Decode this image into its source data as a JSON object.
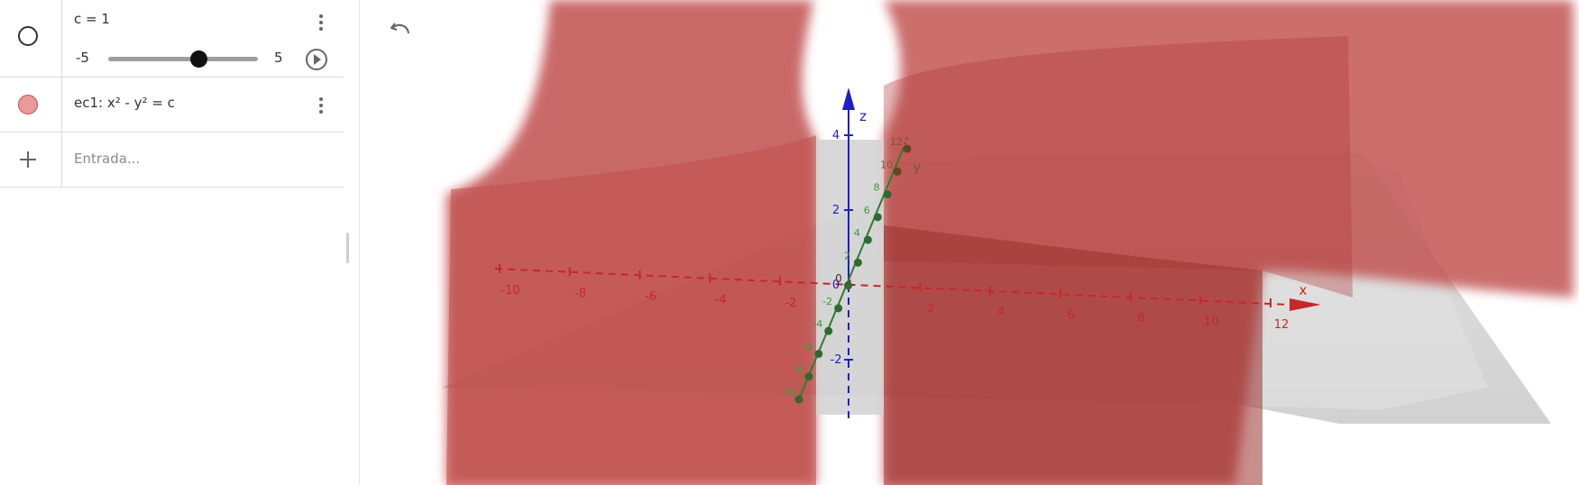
{
  "algebra": {
    "slider": {
      "label": "c = 1",
      "min_label": "-5",
      "max_label": "5",
      "value": 1,
      "min": -5,
      "max": 5,
      "play_icon": "play-circle-icon",
      "menu_icon": "more-vertical-icon"
    },
    "equation": {
      "text": "ec1: x² - y² = c",
      "color": "#e89a9a",
      "menu_icon": "more-vertical-icon"
    },
    "input": {
      "placeholder": "Entrada...",
      "add_icon": "plus-icon"
    }
  },
  "graphics3d": {
    "undo_icon": "undo-icon",
    "axes": {
      "x": {
        "label": "x",
        "color": "#c62828",
        "ticks": [
          "-10",
          "-8",
          "-6",
          "-4",
          "-2",
          "0",
          "2",
          "4",
          "6",
          "8",
          "10",
          "12"
        ]
      },
      "y": {
        "label": "y",
        "color": "#2e7d32",
        "ticks": [
          "-10",
          "-8",
          "-6",
          "-4",
          "-2",
          "0",
          "2",
          "4",
          "6",
          "8",
          "10",
          "12"
        ]
      },
      "z": {
        "label": "z",
        "color": "#1f1fc8",
        "ticks": [
          "-2",
          "0",
          "2",
          "4"
        ]
      }
    },
    "surface_color": "#c0504d",
    "plane_color": "#d9d9d9"
  }
}
